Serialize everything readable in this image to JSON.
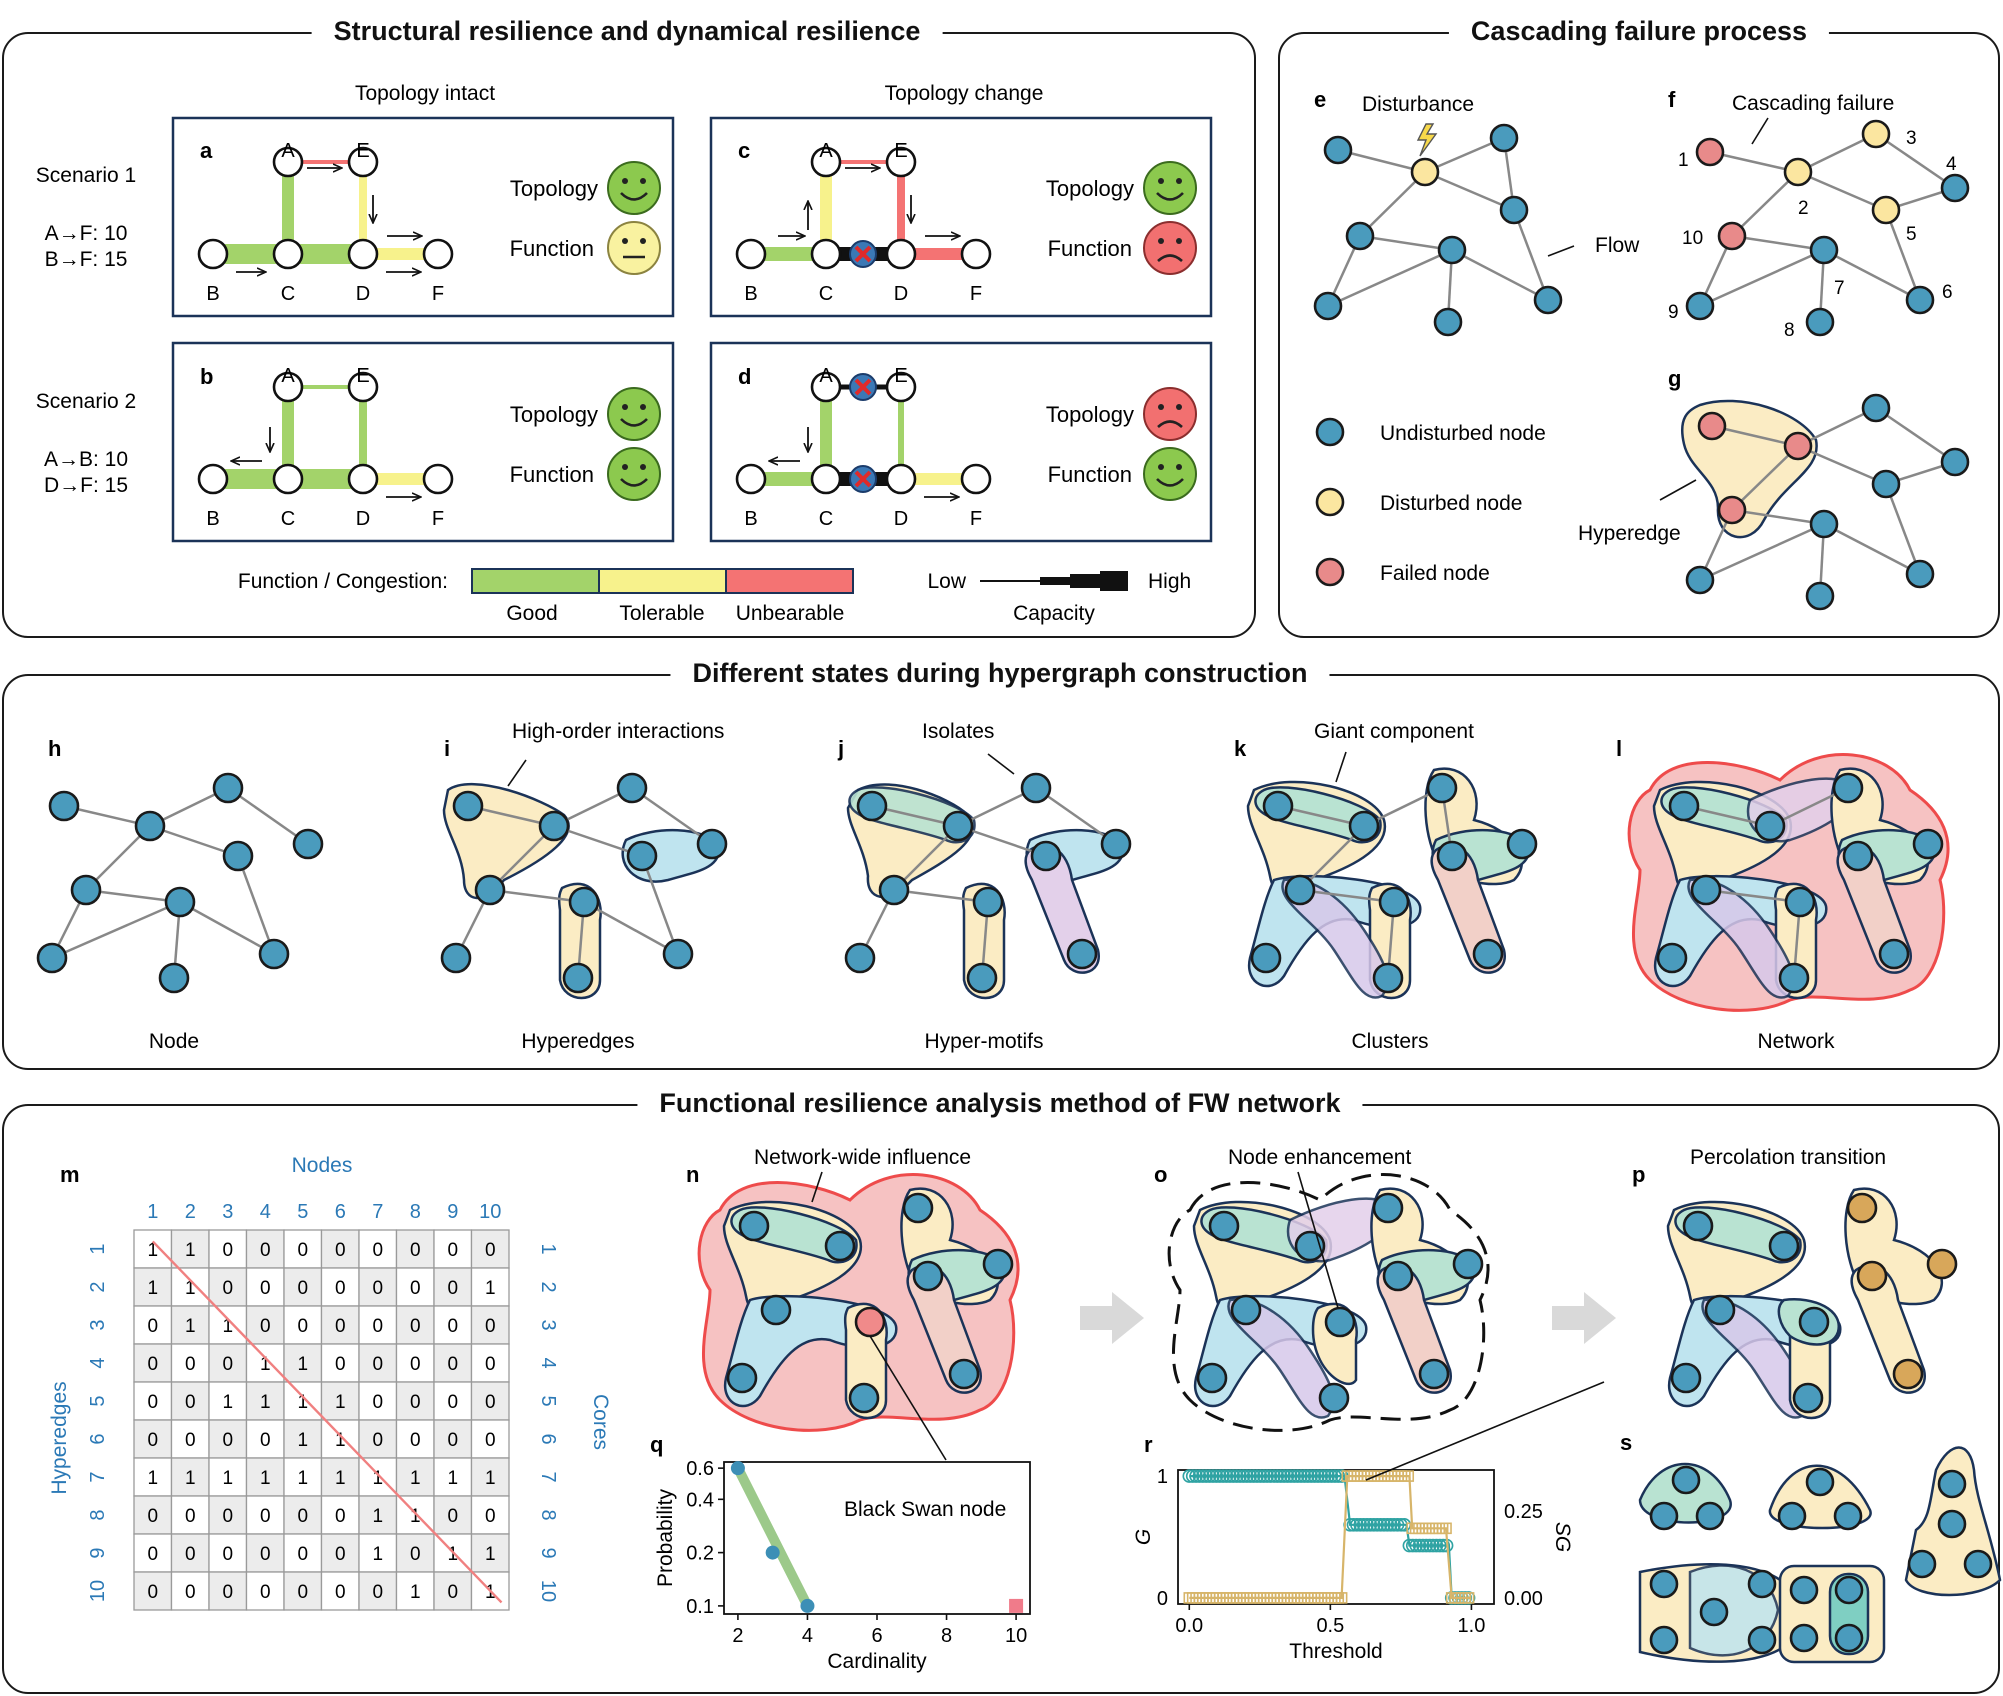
{
  "sections": {
    "structural": "Structural resilience and dynamical resilience",
    "cascading": "Cascading failure process",
    "states": "Different states during hypergraph construction",
    "functional": "Functional resilience analysis method of FW network"
  },
  "structural": {
    "col_intact": "Topology intact",
    "col_change": "Topology change",
    "scenario1": {
      "title": "Scenario 1",
      "flow1": "A→F: 10",
      "flow2": "B→F: 15"
    },
    "scenario2": {
      "title": "Scenario 2",
      "flow1": "A→B: 10",
      "flow2": "D→F: 15"
    },
    "topology_label": "Topology",
    "function_label": "Function",
    "node_labels": [
      "A",
      "E",
      "B",
      "C",
      "D",
      "F"
    ],
    "legend": {
      "title": "Function / Congestion:",
      "good": "Good",
      "tolerable": "Tolerable",
      "unbearable": "Unbearable",
      "low": "Low",
      "high": "High",
      "capacity": "Capacity",
      "colors": {
        "good": "#a3d36a",
        "tolerable": "#f7f28c",
        "unbearable": "#f47373"
      }
    }
  },
  "cascade": {
    "disturbance": "Disturbance",
    "flow": "Flow",
    "cascading_failure": "Cascading failure",
    "hyperedge": "Hyperedge",
    "node_numbers": [
      "1",
      "2",
      "3",
      "4",
      "5",
      "6",
      "7",
      "8",
      "9",
      "10"
    ],
    "legend": {
      "undisturbed": "Undisturbed node",
      "disturbed": "Disturbed node",
      "failed": "Failed node"
    },
    "colors": {
      "undisturbed": "#4a9bbd",
      "disturbed": "#fbe6a0",
      "failed": "#e88a8a"
    }
  },
  "states": {
    "node": "Node",
    "hyperedges": "Hyperedges",
    "hyper_motifs": "Hyper-motifs",
    "clusters": "Clusters",
    "network": "Network",
    "high_order": "High-order interactions",
    "isolates": "Isolates",
    "giant": "Giant component"
  },
  "functional": {
    "nodes_label": "Nodes",
    "hyperedges_label": "Hyperedges",
    "cores_label": "Cores",
    "col_numbers": [
      "1",
      "2",
      "3",
      "4",
      "5",
      "6",
      "7",
      "8",
      "9",
      "10"
    ],
    "matrix": [
      [
        1,
        1,
        0,
        0,
        0,
        0,
        0,
        0,
        0,
        0
      ],
      [
        1,
        1,
        0,
        0,
        0,
        0,
        0,
        0,
        0,
        1
      ],
      [
        0,
        1,
        1,
        0,
        0,
        0,
        0,
        0,
        0,
        0
      ],
      [
        0,
        0,
        0,
        1,
        1,
        0,
        0,
        0,
        0,
        0
      ],
      [
        0,
        0,
        1,
        1,
        1,
        1,
        0,
        0,
        0,
        0
      ],
      [
        0,
        0,
        0,
        0,
        1,
        1,
        0,
        0,
        0,
        0
      ],
      [
        1,
        1,
        1,
        1,
        1,
        1,
        1,
        1,
        1,
        1
      ],
      [
        0,
        0,
        0,
        0,
        0,
        0,
        1,
        1,
        0,
        0
      ],
      [
        0,
        0,
        0,
        0,
        0,
        0,
        1,
        0,
        1,
        1
      ],
      [
        0,
        0,
        0,
        0,
        0,
        0,
        0,
        1,
        0,
        1
      ]
    ],
    "network_wide": "Network-wide influence",
    "node_enhancement": "Node enhancement",
    "percolation": "Percolation transition",
    "black_swan": "Black Swan node"
  },
  "panel_letters": [
    "a",
    "b",
    "c",
    "d",
    "e",
    "f",
    "g",
    "h",
    "i",
    "j",
    "k",
    "l",
    "m",
    "n",
    "o",
    "p",
    "q",
    "r",
    "s"
  ],
  "chart_data": [
    {
      "type": "scatter",
      "panel": "q",
      "xlabel": "Cardinality",
      "ylabel": "Probability",
      "x_ticks": [
        "2",
        "4",
        "6",
        "8",
        "10"
      ],
      "y_ticks": [
        "0.1",
        "0.2",
        "0.4",
        "0.6"
      ],
      "yscale": "log",
      "points": [
        {
          "x": 2,
          "y": 0.6
        },
        {
          "x": 3,
          "y": 0.2
        },
        {
          "x": 4,
          "y": 0.1
        }
      ],
      "outlier": {
        "x": 10,
        "y": 0.1
      },
      "fit": [
        {
          "x": 2,
          "y": 0.6
        },
        {
          "x": 4,
          "y": 0.1
        }
      ]
    },
    {
      "type": "line",
      "panel": "r",
      "xlabel": "Threshold",
      "ylabel": "G",
      "y2label": "SG",
      "x_ticks": [
        "0.0",
        "0.5",
        "1.0"
      ],
      "y_ticks": [
        "0",
        "1"
      ],
      "y2_ticks": [
        "0.00",
        "0.25"
      ],
      "series": [
        {
          "values": [
            [
              0,
              1
            ],
            [
              0.55,
              1
            ],
            [
              0.57,
              0.6
            ],
            [
              0.77,
              0.6
            ],
            [
              0.78,
              0.43
            ],
            [
              0.92,
              0.43
            ],
            [
              0.93,
              0
            ],
            [
              1.0,
              0
            ]
          ]
        },
        {
          "values": [
            [
              0,
              0
            ],
            [
              0.54,
              0
            ],
            [
              0.56,
              0.35
            ],
            [
              0.78,
              0.35
            ],
            [
              0.79,
              0.2
            ],
            [
              0.91,
              0.2
            ],
            [
              0.93,
              0
            ],
            [
              1.0,
              0
            ]
          ]
        }
      ]
    }
  ]
}
